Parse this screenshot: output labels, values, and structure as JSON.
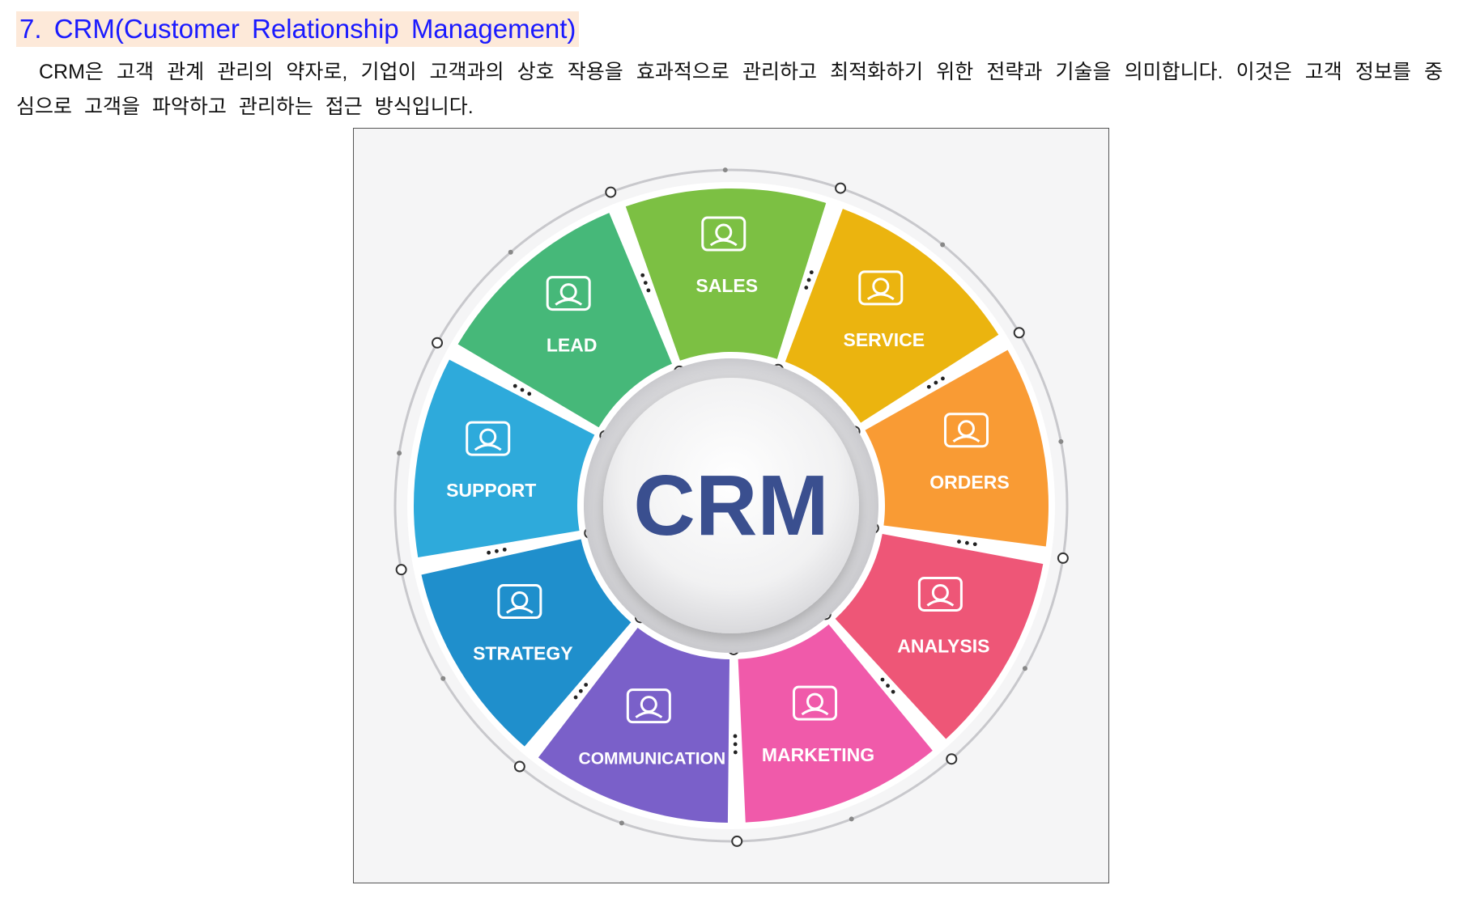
{
  "section": {
    "heading": "7. CRM(Customer Relationship Management)",
    "paragraph": "CRM은 고객 관계 관리의 약자로, 기업이 고객과의 상호 작용을 효과적으로 관리하고 최적화하기 위한 전략과 기술을 의미합니다. 이것은 고객 정보를 중심으로 고객을 파악하고 관리하는 접근 방식입니다."
  },
  "diagram": {
    "center_label": "CRM",
    "segments": [
      {
        "label": "SALES",
        "icon": "sales-chart-icon",
        "color": "#7cc043"
      },
      {
        "label": "SERVICE",
        "icon": "service-gear-hand-icon",
        "color": "#ebb40f"
      },
      {
        "label": "ORDERS",
        "icon": "orders-boxes-icon",
        "color": "#f99b34"
      },
      {
        "label": "ANALYSIS",
        "icon": "analysis-graph-icon",
        "color": "#ee5677"
      },
      {
        "label": "MARKETING",
        "icon": "megaphone-icon",
        "color": "#f05aaa"
      },
      {
        "label": "COMMUNICATION",
        "icon": "communication-people-icon",
        "color": "#7a60c9"
      },
      {
        "label": "STRATEGY",
        "icon": "strategy-play-icon",
        "color": "#1f8fcc"
      },
      {
        "label": "SUPPORT",
        "icon": "headset-icon",
        "color": "#2eaadb"
      },
      {
        "label": "LEAD",
        "icon": "lead-person-hand-icon",
        "color": "#46b879"
      }
    ]
  }
}
